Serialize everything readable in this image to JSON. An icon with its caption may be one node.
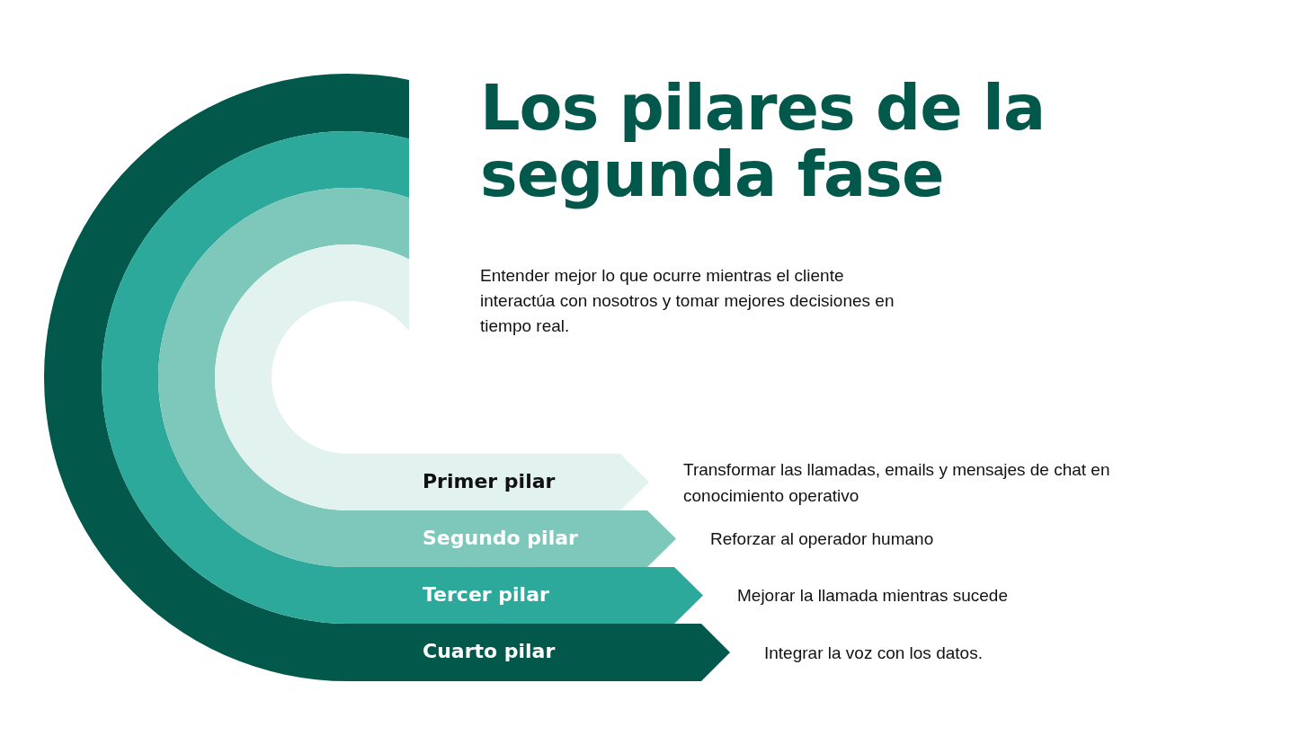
{
  "diagram": {
    "title": "Los pilares de la segunda fase",
    "nodes": [
      {
        "text": [
          "Primer pilar"
        ]
      },
      {
        "text": [
          "Segundo pilar"
        ]
      },
      {
        "text": [
          "Tercer pilar"
        ]
      },
      {
        "text": [
          "Cuarto pilar"
        ]
      }
    ],
    "labels": [
      "Entender mejor lo que ocurre mientras el cliente interactúa con nosotros y tomar mejores decisiones en tiempo real.",
      "Transformar las llamadas, emails y mensajes de chat en conocimiento operativo",
      "Reforzar al operador humano",
      "Mejorar la llamada mientras sucede",
      "Integrar la voz con los datos."
    ]
  }
}
